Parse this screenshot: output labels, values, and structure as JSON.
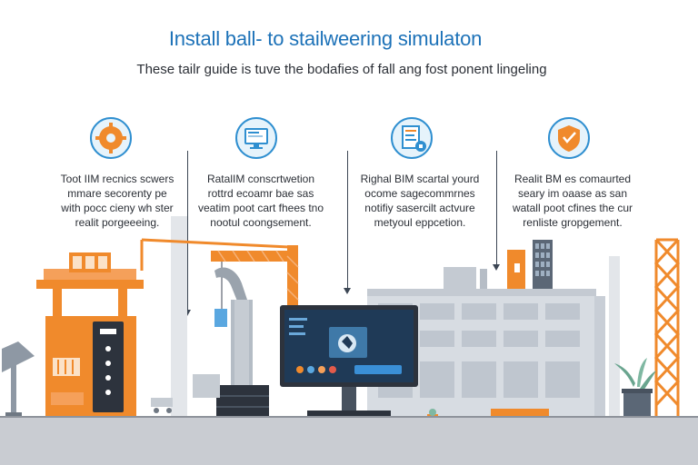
{
  "header": {
    "title": "Install ball- to stailweering simulaton",
    "subtitle": "These tailr guide is tuve the bodafies of fall ang fost ponent lingeling"
  },
  "steps": [
    {
      "icon": "gear-icon",
      "lines": [
        "Toot IIM recnics scwers",
        "mmare secorenty pe",
        "with pocc cieny wh ster",
        "realit porgeeeing."
      ]
    },
    {
      "icon": "monitor-icon",
      "lines": [
        "RatalIM conscrtwetion",
        "rottrd ecoamr bae sas",
        "veatim poot cart fhees tno",
        "nootul coongsement."
      ]
    },
    {
      "icon": "document-icon",
      "lines": [
        "Righal BIM scartal yourd",
        "ocome sagecommrnes",
        "notifiy sasercilt actvure",
        "metyoul eppcetion."
      ]
    },
    {
      "icon": "shield-icon",
      "lines": [
        "Realit BM es comaurted",
        "seary im oaase as san",
        "watall poot cfines the cur",
        "renliste gropgement."
      ]
    }
  ],
  "colors": {
    "accent": "#1d72b8",
    "orange": "#f08a2c",
    "dark": "#2d333d",
    "building": "#d7dce2",
    "screen": "#1f3a57"
  }
}
